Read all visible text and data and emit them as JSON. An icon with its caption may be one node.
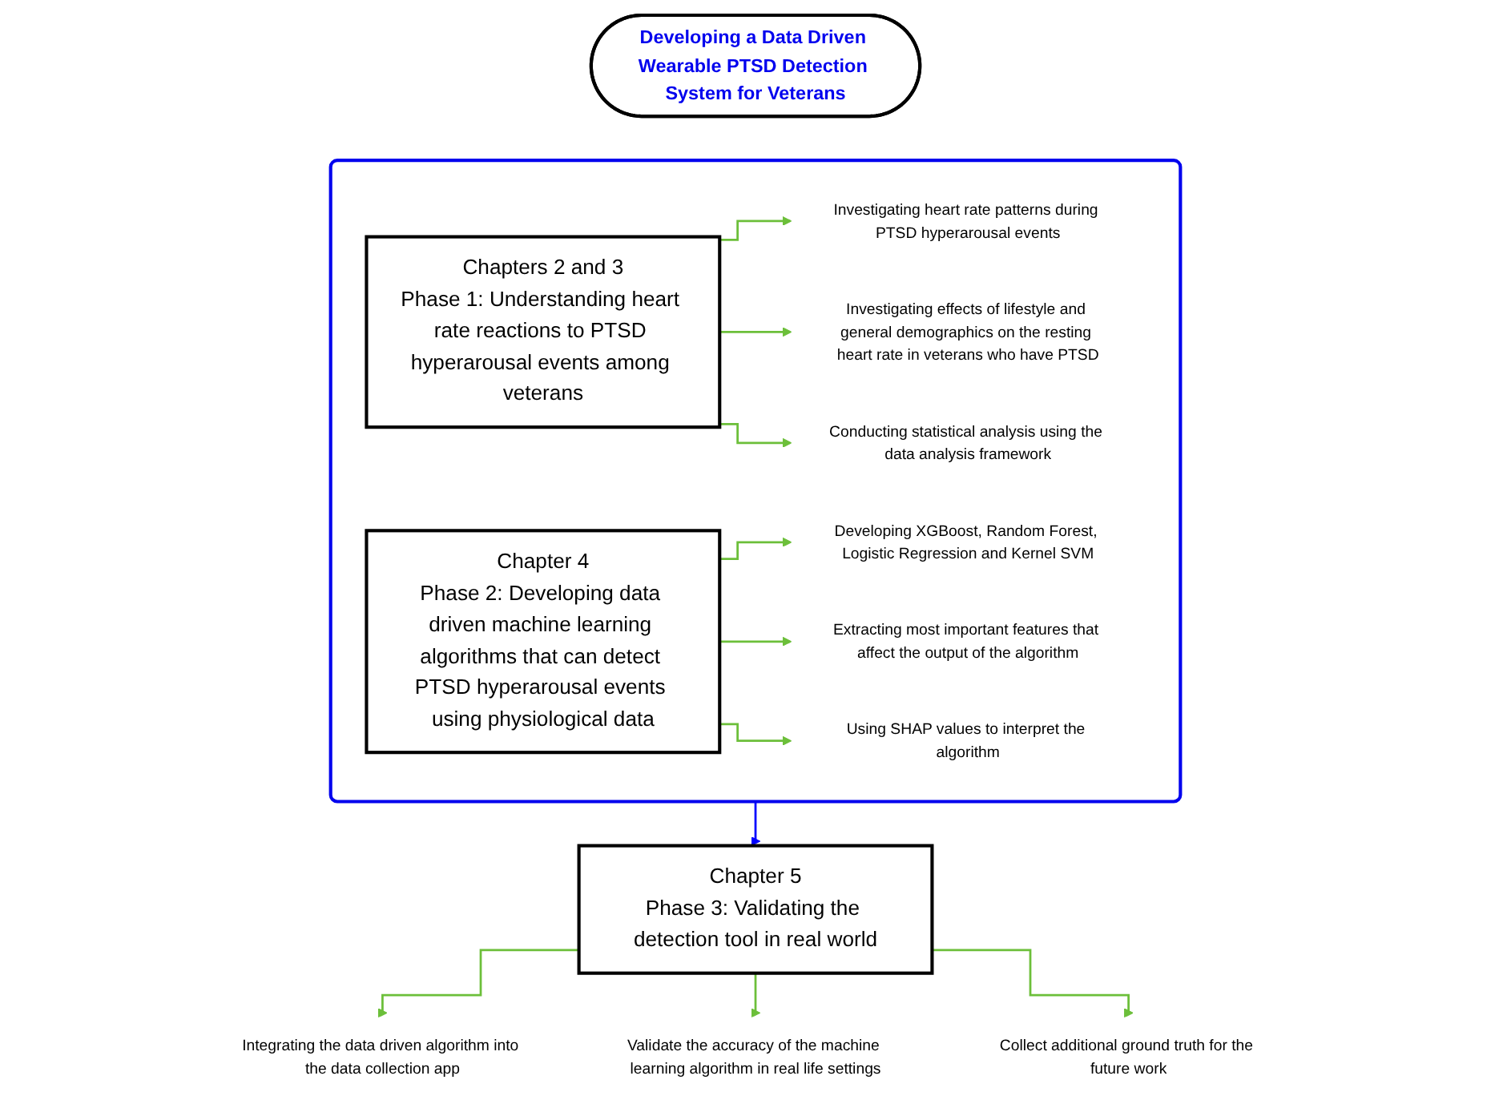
{
  "diagram": {
    "nodes": [
      {
        "text": [
          "Developing a Data Driven Wearable PTSD Detection System for Veterans"
        ]
      },
      {
        "text": [],
        "shape": "box"
      },
      {
        "text": [
          "Chapters 2 and 3",
          "Phase 1: Understanding heart rate reactions to PTSD hyperarousal events among veterans"
        ],
        "in": 1
      },
      {
        "text": [
          "Investigating heart rate patterns during PTSD hyperarousal events"
        ],
        "in": 1
      },
      {
        "text": [
          "Investigating effects of lifestyle and general demographics on the resting heart rate in veterans who have PTSD"
        ],
        "in": 1
      },
      {
        "text": [
          "Conducting statistical analysis using the data analysis framework"
        ],
        "in": 1
      },
      {
        "text": [
          "Chapter 4",
          "Phase 2: Developing data driven machine learning algorithms that can detect PTSD hyperarousal events using physiological data"
        ],
        "in": 1
      },
      {
        "text": [
          "Developing XGBoost, Random Forest, Logistic Regression and Kernel SVM"
        ],
        "in": 1
      },
      {
        "text": [
          "Extracting most important features that affect the output of the algorithm"
        ],
        "in": 1
      },
      {
        "text": [
          "Using SHAP values to interpret the algorithm"
        ],
        "in": 1
      },
      {
        "text": [
          "Chapter 5",
          "Phase 3: Validating the detection tool in real world"
        ]
      },
      {
        "text": [
          "Integrating the data driven algorithm into the data collection app"
        ]
      },
      {
        "text": [
          "Validate the accuracy of the machine learning algorithm in real life settings"
        ]
      },
      {
        "text": [
          "Collect additional ground truth for the future work"
        ]
      }
    ],
    "edges": [
      {
        "from": 2,
        "to": 3,
        "arrow": "to"
      },
      {
        "from": 2,
        "to": 4,
        "arrow": "to"
      },
      {
        "from": 2,
        "to": 5,
        "arrow": "to"
      },
      {
        "from": 6,
        "to": 7,
        "arrow": "to"
      },
      {
        "from": 6,
        "to": 8,
        "arrow": "to"
      },
      {
        "from": 6,
        "to": 9,
        "arrow": "to"
      },
      {
        "from": 1,
        "to": 10,
        "arrow": "to",
        "color": "#0000ff"
      },
      {
        "from": 10,
        "to": 11,
        "arrow": "to"
      },
      {
        "from": 10,
        "to": 12,
        "arrow": "to"
      },
      {
        "from": 10,
        "to": 13,
        "arrow": "to"
      }
    ]
  }
}
